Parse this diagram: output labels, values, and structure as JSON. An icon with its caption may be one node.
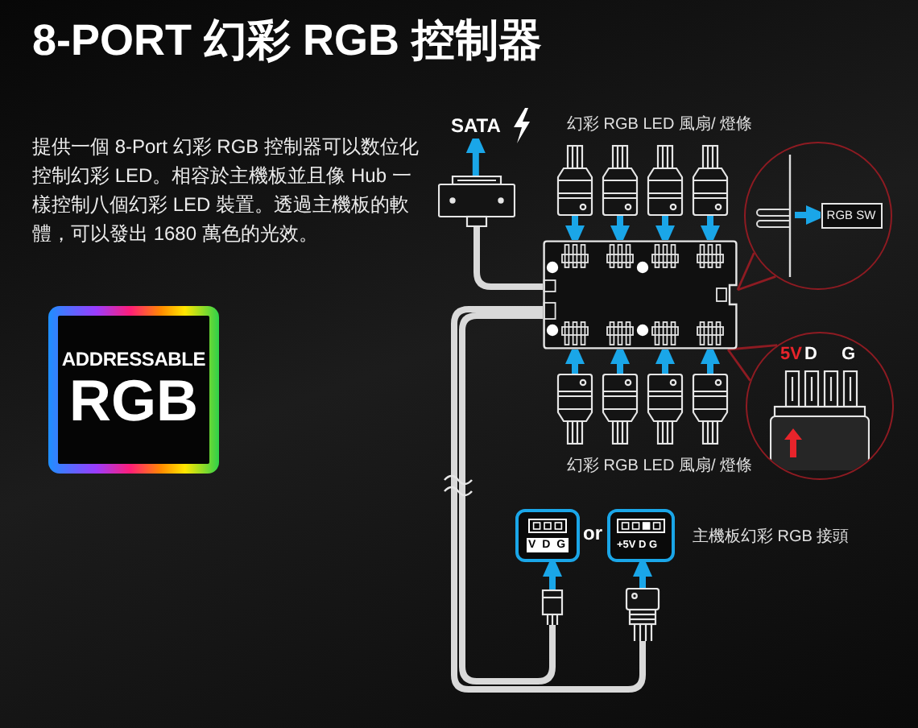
{
  "diagram": {
    "title": "8-PORT 幻彩 RGB 控制器",
    "nodes": [
      {
        "text": [
          "ADDRESSABLE",
          "RGB"
        ]
      },
      {
        "text": [
          "SATA"
        ]
      },
      {
        "text": [],
        "shape": "picture"
      },
      {
        "text": [],
        "shape": "picture"
      },
      {
        "text": [],
        "shape": "picture"
      },
      {
        "text": [],
        "shape": "picture"
      },
      {
        "text": [],
        "shape": "picture"
      },
      {
        "text": [],
        "shape": "picture"
      },
      {
        "text": [],
        "shape": "picture"
      },
      {
        "text": [],
        "shape": "picture"
      },
      {
        "text": [],
        "shape": "picture"
      },
      {
        "text": [],
        "shape": "picture"
      },
      {
        "text": [],
        "shape": "circle"
      },
      {
        "text": [
          "RGB SW"
        ],
        "in": 12
      },
      {
        "text": [
          "5V",
          "D",
          "G"
        ]
      },
      {
        "text": [
          "V D G"
        ]
      },
      {
        "text": [
          "+5V D G"
        ]
      },
      {
        "text": [],
        "shape": "picture"
      },
      {
        "text": [],
        "shape": "picture"
      }
    ],
    "edges": [
      {
        "from": 2,
        "to": 1,
        "arrow": "to"
      },
      {
        "from": 4,
        "to": 3,
        "arrow": "to"
      },
      {
        "from": 5,
        "to": 3,
        "arrow": "to"
      },
      {
        "from": 6,
        "to": 3,
        "arrow": "to"
      },
      {
        "from": 7,
        "to": 3,
        "arrow": "to"
      },
      {
        "from": 8,
        "to": 3,
        "arrow": "to"
      },
      {
        "from": 9,
        "to": 3,
        "arrow": "to"
      },
      {
        "from": 10,
        "to": 3,
        "arrow": "to"
      },
      {
        "from": 11,
        "to": 3,
        "arrow": "to"
      },
      {
        "from": 2,
        "to": 3,
        "arrow": "none",
        "color": "#d9d9d9"
      },
      {
        "from": 3,
        "to": 18,
        "arrow": "none",
        "color": "#d9d9d9"
      },
      {
        "from": 3,
        "to": 17,
        "arrow": "none",
        "color": "#d9d9d9"
      },
      {
        "from": 12,
        "to": 3,
        "arrow": "none",
        "color": "#8e1b22"
      },
      {
        "from": null,
        "to": 13,
        "arrow": "to"
      },
      {
        "from": 14,
        "to": 3,
        "arrow": "none",
        "color": "#8e1b22"
      },
      {
        "from": 17,
        "to": 15,
        "arrow": "to"
      },
      {
        "from": 18,
        "to": 16,
        "arrow": "to"
      }
    ],
    "labels": [
      "提供一個 8-Port 幻彩 RGB 控制器可以数位化控制幻彩 LED。相容於主機板並且像 Hub 一樣控制八個幻彩 LED 裝置。透過主機板的軟體，可以發出 1680 萬色的光效。",
      "幻彩 RGB LED 風扇/ 燈條",
      "幻彩 RGB LED 風扇/ 燈條",
      "or",
      "主機板幻彩 RGB 接頭"
    ]
  }
}
